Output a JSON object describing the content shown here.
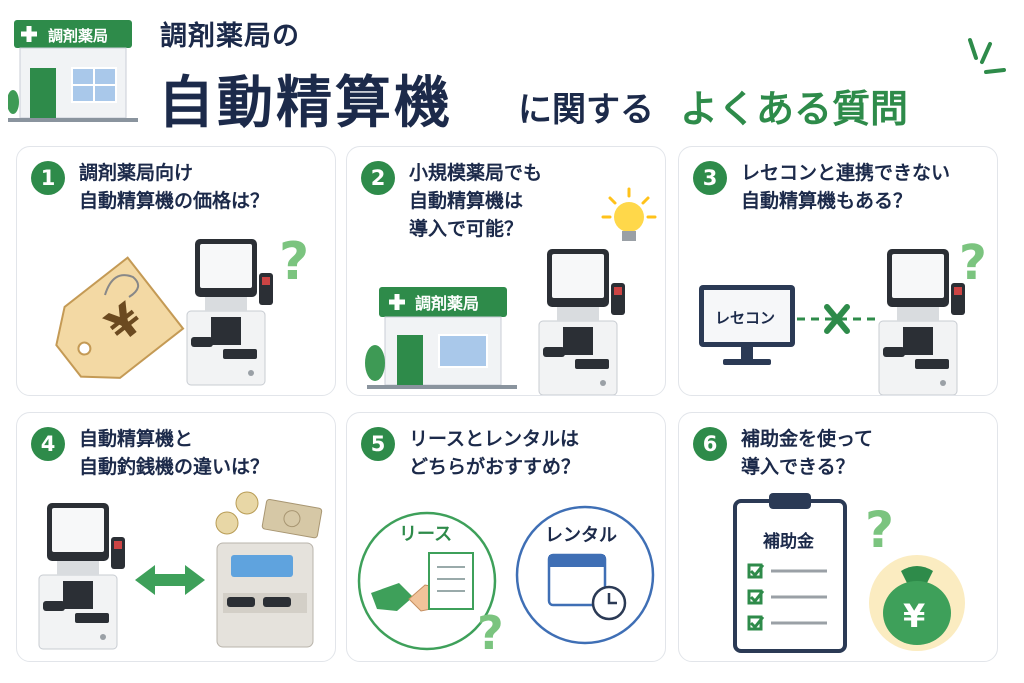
{
  "header": {
    "sign_text": "調剤薬局",
    "title_line1": "調剤薬局の",
    "title_main": "自動精算機",
    "title_mid": "に関する",
    "title_green": "よくある質問"
  },
  "cards": [
    {
      "number": "1",
      "lines": [
        "調剤薬局向け",
        "自動精算機の価格は？"
      ]
    },
    {
      "number": "2",
      "lines": [
        "小規模薬局でも",
        "自動精算機は",
        "導入で可能？"
      ]
    },
    {
      "number": "3",
      "lines": [
        "レセコンと連携できない",
        "自動精算機もある？"
      ]
    },
    {
      "number": "4",
      "lines": [
        "自動精算機と",
        "自動釣銭機の違いは？"
      ]
    },
    {
      "number": "5",
      "lines": [
        "リースとレンタルは",
        "どちらがおすすめ？"
      ]
    },
    {
      "number": "6",
      "lines": [
        "補助金を使って",
        "導入できる？"
      ]
    }
  ],
  "art": {
    "yen_symbol": "¥",
    "question_mark": "?",
    "pharmacy_sign": "調剤薬局",
    "rececon_label": "レセコン",
    "lease_label": "リース",
    "rental_label": "レンタル",
    "subsidy_label": "補助金"
  },
  "colors": {
    "green": "#2e8b4a",
    "navy": "#1c2a4a",
    "accent_light": "#7bc47f",
    "blue": "#3f6fb5"
  },
  "icons": [
    "pharmacy-building-icon",
    "price-tag-icon",
    "kiosk-icon",
    "lightbulb-icon",
    "monitor-icon",
    "disconnect-x-icon",
    "double-arrow-icon",
    "change-machine-icon",
    "coins-icon",
    "banknote-icon",
    "handshake-icon",
    "calendar-clock-icon",
    "clipboard-icon",
    "money-bag-icon",
    "question-mark-icon",
    "sparkle-icon"
  ]
}
